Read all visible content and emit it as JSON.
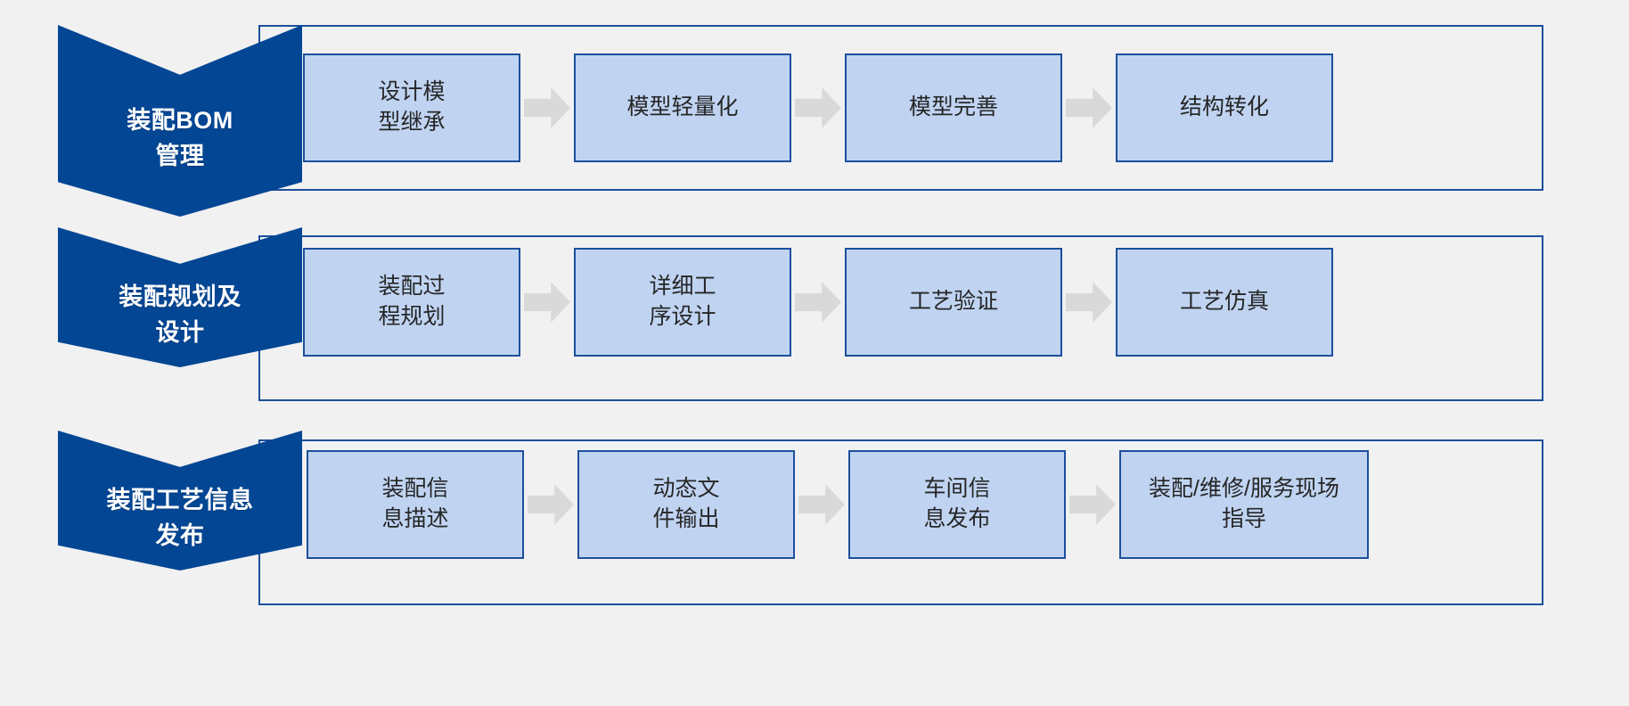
{
  "colors": {
    "background": "#f1f1f1",
    "banner_fill": "#034694",
    "banner_text": "#ffffff",
    "frame_border": "#1c4f9c",
    "box_fill": "#c0d4f2",
    "box_border": "#1c4f9c",
    "box_text": "#262626",
    "arrow_fill": "#d9d9d9"
  },
  "diagram": {
    "type": "process-flow",
    "rows": [
      {
        "banner_label": "装配BOM\n管理",
        "steps": [
          {
            "label": "设计模\n型继承"
          },
          {
            "label": "模型轻量化"
          },
          {
            "label": "模型完善"
          },
          {
            "label": "结构转化"
          }
        ],
        "connector": "arrow-right-icon"
      },
      {
        "banner_label": "装配规划及\n设计",
        "steps": [
          {
            "label": "装配过\n程规划"
          },
          {
            "label": "详细工\n序设计"
          },
          {
            "label": "工艺验证"
          },
          {
            "label": "工艺仿真"
          }
        ],
        "connector": "arrow-right-icon"
      },
      {
        "banner_label": "装配工艺信息\n发布",
        "steps": [
          {
            "label": "装配信\n息描述"
          },
          {
            "label": "动态文\n件输出"
          },
          {
            "label": "车间信\n息发布"
          },
          {
            "label": "装配/维修/服务现场\n指导"
          }
        ],
        "connector": "arrow-right-icon"
      }
    ]
  }
}
